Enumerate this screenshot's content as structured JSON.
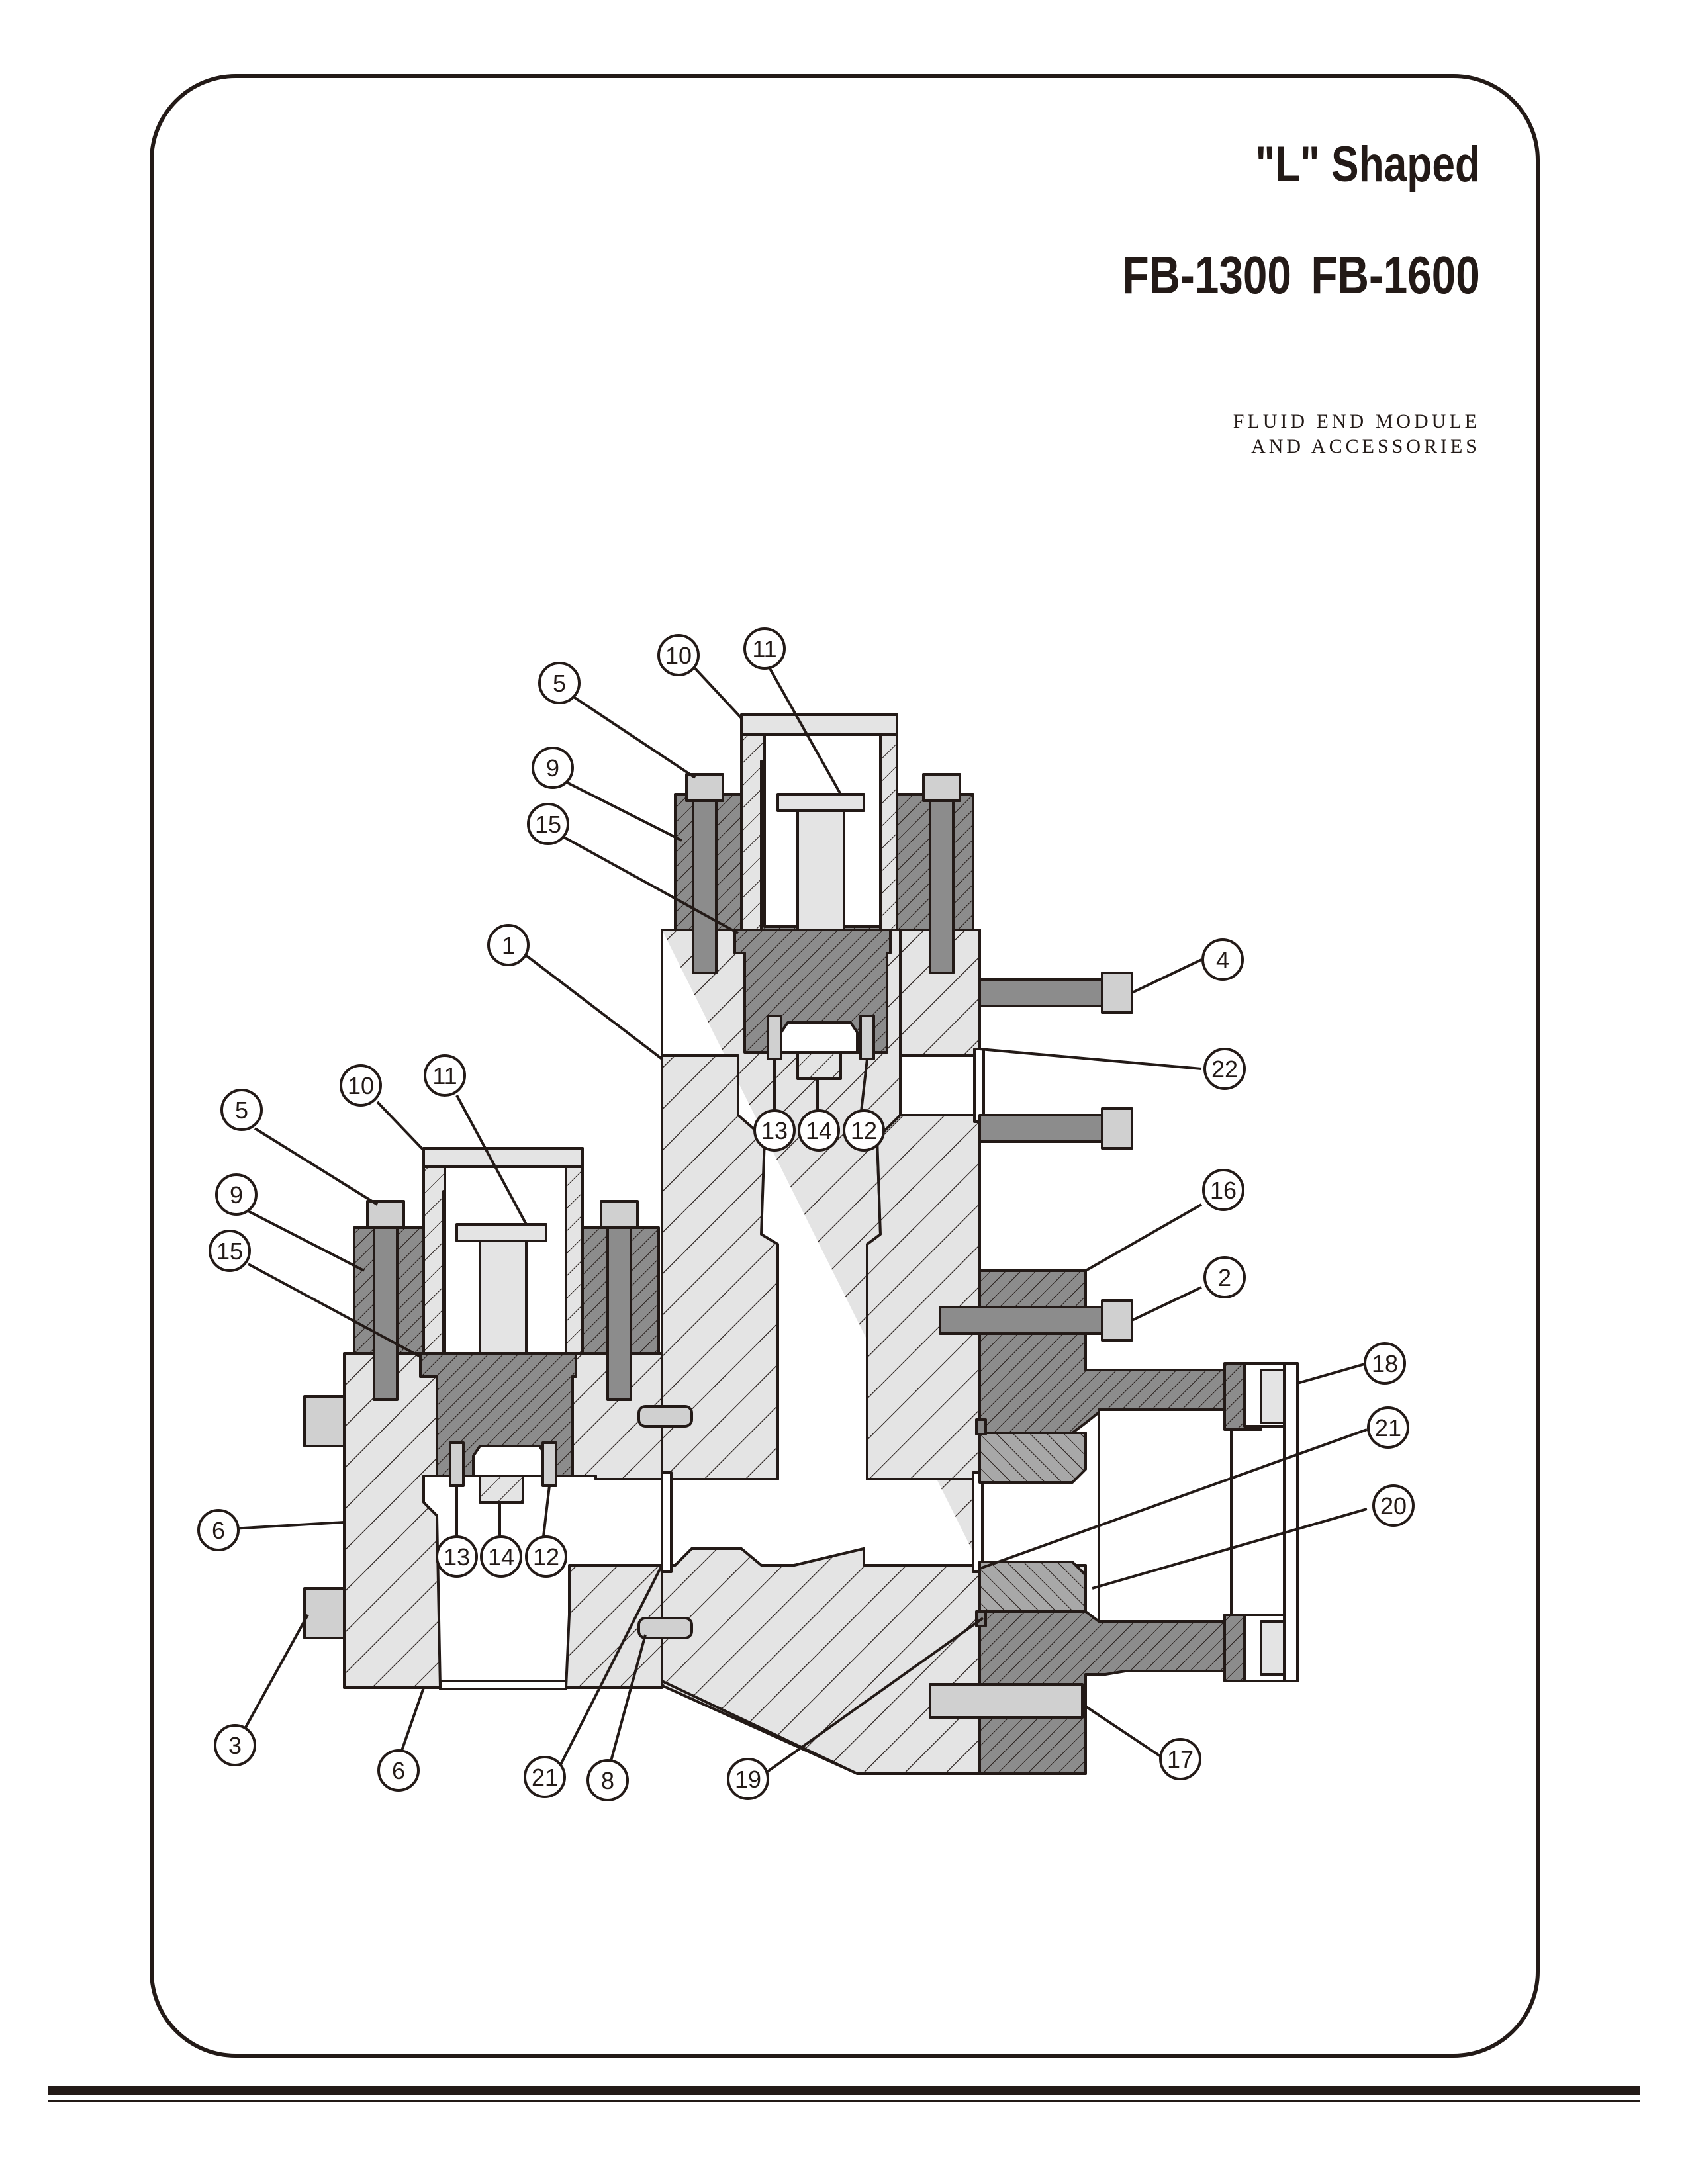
{
  "header": {
    "title": "\"L\" Shaped",
    "models": "FB-1300  FB-1600",
    "subtitle_line1": "FLUID END MODULE",
    "subtitle_line2": "AND ACCESSORIES"
  },
  "colors": {
    "ink": "#231a17",
    "light_fill": "#e4e4e4",
    "dark_fill": "#8c8c8c",
    "background": "#ffffff"
  },
  "callouts": [
    {
      "id": "c10a",
      "label": "10"
    },
    {
      "id": "c11a",
      "label": "11"
    },
    {
      "id": "c5a",
      "label": "5"
    },
    {
      "id": "c9a",
      "label": "9"
    },
    {
      "id": "c15a",
      "label": "15"
    },
    {
      "id": "c1",
      "label": "1"
    },
    {
      "id": "c4",
      "label": "4"
    },
    {
      "id": "c22",
      "label": "22"
    },
    {
      "id": "c13a",
      "label": "13"
    },
    {
      "id": "c14a",
      "label": "14"
    },
    {
      "id": "c12a",
      "label": "12"
    },
    {
      "id": "c16",
      "label": "16"
    },
    {
      "id": "c2",
      "label": "2"
    },
    {
      "id": "c18",
      "label": "18"
    },
    {
      "id": "c21a",
      "label": "21"
    },
    {
      "id": "c20",
      "label": "20"
    },
    {
      "id": "c17",
      "label": "17"
    },
    {
      "id": "c19",
      "label": "19"
    },
    {
      "id": "c8",
      "label": "8"
    },
    {
      "id": "c21b",
      "label": "21"
    },
    {
      "id": "c6b",
      "label": "6"
    },
    {
      "id": "c3",
      "label": "3"
    },
    {
      "id": "c6a",
      "label": "6"
    },
    {
      "id": "c12b",
      "label": "12"
    },
    {
      "id": "c14b",
      "label": "14"
    },
    {
      "id": "c13b",
      "label": "13"
    },
    {
      "id": "c10b",
      "label": "10"
    },
    {
      "id": "c11b",
      "label": "11"
    },
    {
      "id": "c5b",
      "label": "5"
    },
    {
      "id": "c9b",
      "label": "9"
    },
    {
      "id": "c15b",
      "label": "15"
    }
  ]
}
